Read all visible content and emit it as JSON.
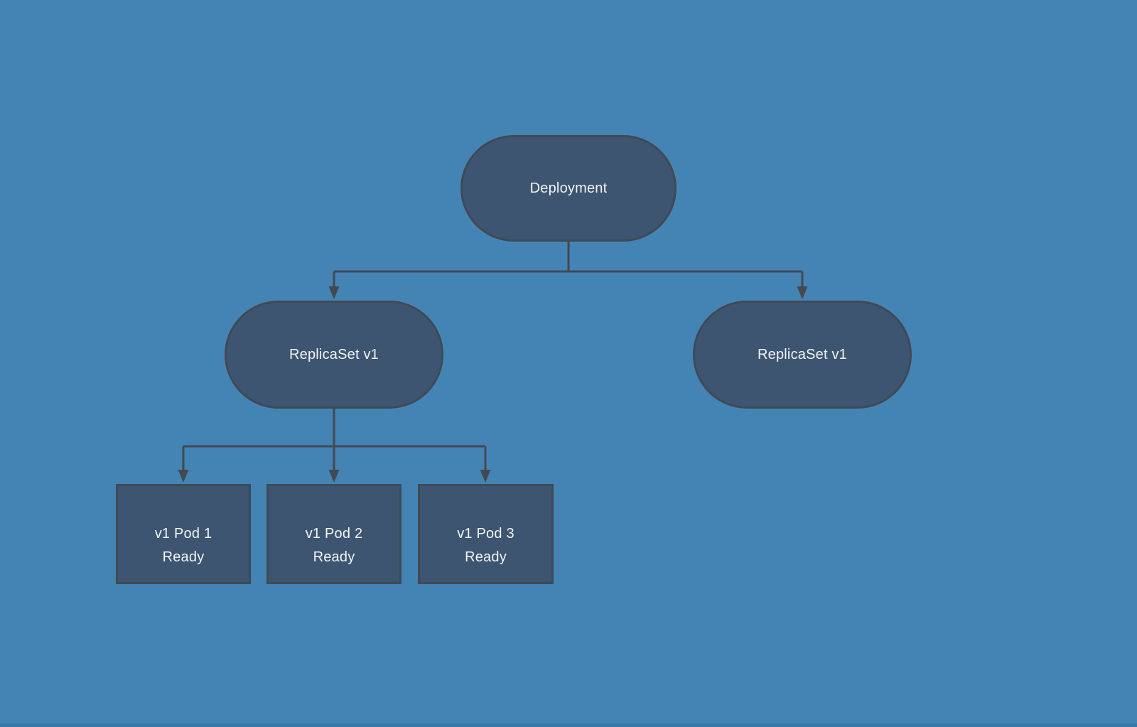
{
  "canvas": {
    "background_color": "#4484b4",
    "bottom_edge_color": "#3a76a5"
  },
  "styles": {
    "node_fill": "#3e5571",
    "node_border": "#3f4a55",
    "connector_color": "#44494f",
    "text_color": "#f2f4f6"
  },
  "diagram": {
    "type": "flowchart",
    "nodes": {
      "deployment": {
        "label": "Deployment",
        "shape": "terminator"
      },
      "replicaset_left": {
        "label": "ReplicaSet v1",
        "shape": "terminator"
      },
      "replicaset_right": {
        "label": "ReplicaSet v1",
        "shape": "terminator"
      },
      "pod1": {
        "name": "v1 Pod 1",
        "status": "Ready",
        "shape": "process"
      },
      "pod2": {
        "name": "v1 Pod 2",
        "status": "Ready",
        "shape": "process"
      },
      "pod3": {
        "name": "v1 Pod 3",
        "status": "Ready",
        "shape": "process"
      }
    },
    "edges": [
      {
        "from": "deployment",
        "to": "replicaset_left",
        "style": "elbow-arrow"
      },
      {
        "from": "deployment",
        "to": "replicaset_right",
        "style": "elbow-arrow"
      },
      {
        "from": "replicaset_left",
        "to": "pod1",
        "style": "elbow-arrow"
      },
      {
        "from": "replicaset_left",
        "to": "pod2",
        "style": "elbow-arrow"
      },
      {
        "from": "replicaset_left",
        "to": "pod3",
        "style": "elbow-arrow"
      }
    ]
  }
}
